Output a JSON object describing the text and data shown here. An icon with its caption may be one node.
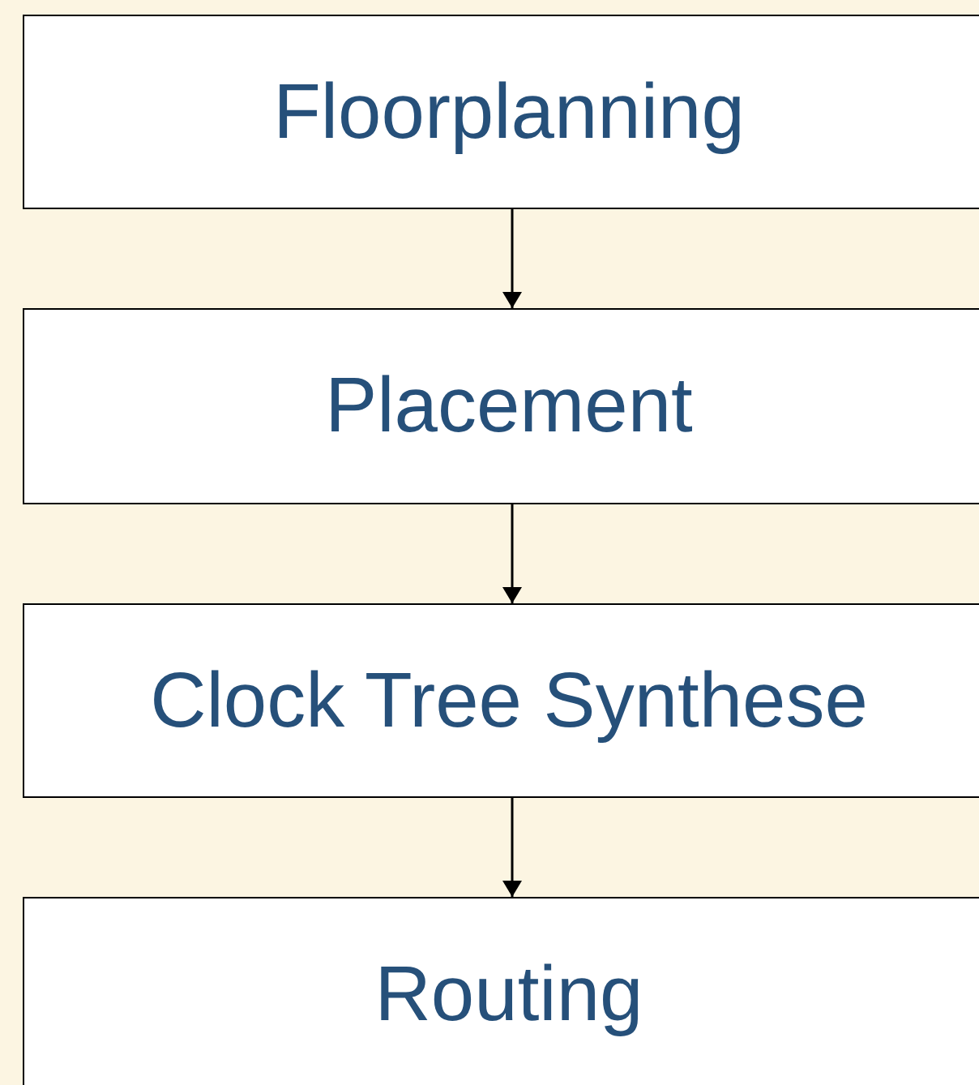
{
  "diagram": {
    "nodes": [
      {
        "text": [
          "Floorplanning"
        ]
      },
      {
        "text": [
          "Placement"
        ]
      },
      {
        "text": [
          "Clock Tree Synthese"
        ]
      },
      {
        "text": [
          "Routing"
        ]
      }
    ],
    "edges": [
      {
        "from": 0,
        "to": 1,
        "arrow": "to"
      },
      {
        "from": 1,
        "to": 2,
        "arrow": "to"
      },
      {
        "from": 2,
        "to": 3,
        "arrow": "to"
      }
    ]
  }
}
